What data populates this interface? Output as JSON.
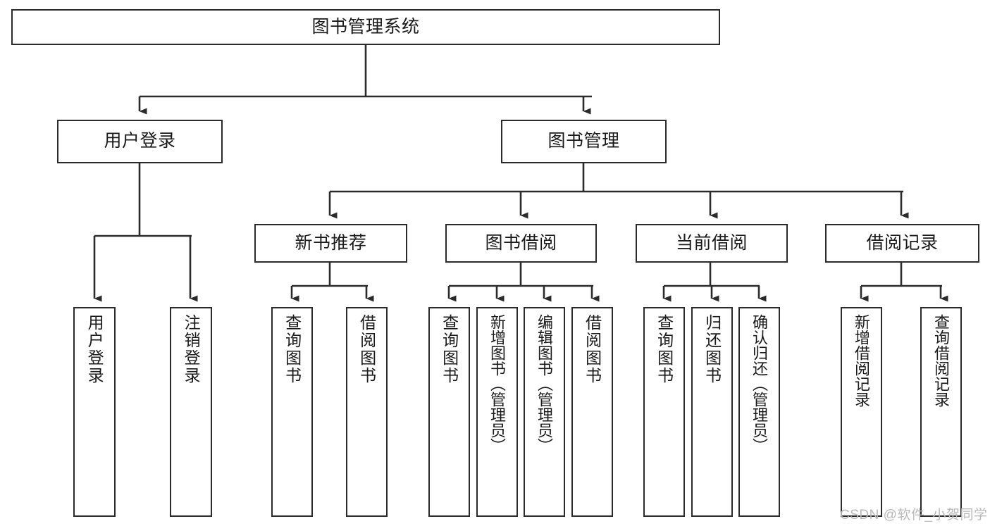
{
  "diagram": {
    "type": "tree-hierarchy",
    "title": "图书管理系统",
    "root": {
      "id": "root",
      "label": "图书管理系统"
    },
    "level2": [
      {
        "id": "user-login",
        "label": "用户登录"
      },
      {
        "id": "book-manage",
        "label": "图书管理"
      }
    ],
    "level3": [
      {
        "id": "new-book-recommend",
        "label": "新书推荐",
        "parent": "book-manage"
      },
      {
        "id": "book-borrow",
        "label": "图书借阅",
        "parent": "book-manage"
      },
      {
        "id": "current-borrow",
        "label": "当前借阅",
        "parent": "book-manage"
      },
      {
        "id": "borrow-record",
        "label": "借阅记录",
        "parent": "book-manage"
      }
    ],
    "leaves": [
      {
        "id": "leaf-user-login",
        "label": "用户登录",
        "parent": "user-login"
      },
      {
        "id": "leaf-user-logout",
        "label": "注销登录",
        "parent": "user-login"
      },
      {
        "id": "leaf-query-book-1",
        "label": "查询图书",
        "parent": "new-book-recommend"
      },
      {
        "id": "leaf-borrow-book-1",
        "label": "借阅图书",
        "parent": "new-book-recommend"
      },
      {
        "id": "leaf-query-book-2",
        "label": "查询图书",
        "parent": "book-borrow"
      },
      {
        "id": "leaf-add-book",
        "label": "新增图书（管理员）",
        "parent": "book-borrow"
      },
      {
        "id": "leaf-edit-book",
        "label": "编辑图书（管理员）",
        "parent": "book-borrow"
      },
      {
        "id": "leaf-borrow-book-2",
        "label": "借阅图书",
        "parent": "book-borrow"
      },
      {
        "id": "leaf-query-book-3",
        "label": "查询图书",
        "parent": "current-borrow"
      },
      {
        "id": "leaf-return-book",
        "label": "归还图书",
        "parent": "current-borrow"
      },
      {
        "id": "leaf-confirm-return",
        "label": "确认归还（管理员）",
        "parent": "current-borrow"
      },
      {
        "id": "leaf-add-record",
        "label": "新增借阅记录",
        "parent": "borrow-record"
      },
      {
        "id": "leaf-query-record",
        "label": "查询借阅记录",
        "parent": "borrow-record"
      }
    ],
    "watermark": "CSDN @软件_小贺同学",
    "colors": {
      "stroke": "#2b2b2b",
      "background": "#ffffff",
      "text": "#1a1a1a",
      "watermark": "#b9b9b9"
    }
  }
}
